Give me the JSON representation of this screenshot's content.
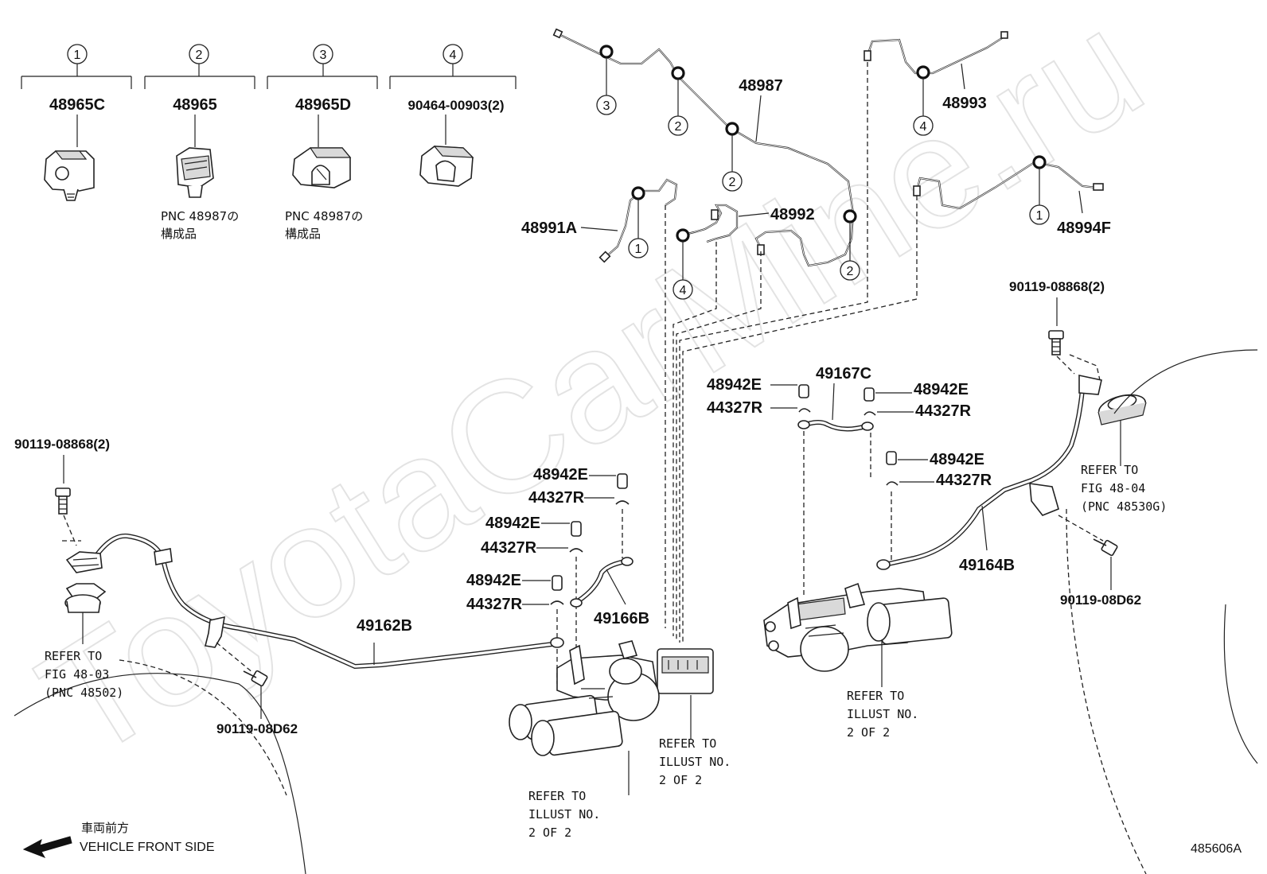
{
  "diagram": {
    "watermark": "ToyotaCarMine.ru",
    "figure_id": "485606A",
    "front_label_jp": "車両前方",
    "front_label_en": "VEHICLE FRONT SIDE",
    "legend": [
      {
        "num": "1",
        "part": "48965C"
      },
      {
        "num": "2",
        "part": "48965",
        "note_line1": "PNC 48987の",
        "note_line2": "構成品"
      },
      {
        "num": "3",
        "part": "48965D",
        "note_line1": "PNC 48987の",
        "note_line2": "構成品"
      },
      {
        "num": "4",
        "part": "90464-00903(2)"
      }
    ],
    "bubble_numbers": {
      "one": "1",
      "two": "2",
      "three": "3",
      "four": "4"
    },
    "parts": {
      "p48987": "48987",
      "p48993": "48993",
      "p48991A": "48991A",
      "p48992": "48992",
      "p48994F": "48994F",
      "p49167C": "49167C",
      "p48942E": "48942E",
      "p44327R": "44327R",
      "p49166B": "49166B",
      "p49162B": "49162B",
      "p49164B": "49164B",
      "p90119_08868": "90119-08868(2)",
      "p90119_08D62": "90119-08D62"
    },
    "refer_fig_48_03": {
      "line1": "REFER TO",
      "line2": "FIG 48-03",
      "line3": "(PNC 48502)"
    },
    "refer_fig_48_04": {
      "line1": "REFER TO",
      "line2": "FIG 48-04",
      "line3": "(PNC 48530G)"
    },
    "refer_illust": {
      "line1": "REFER TO",
      "line2": "ILLUST NO.",
      "line3": "2 OF 2"
    }
  }
}
